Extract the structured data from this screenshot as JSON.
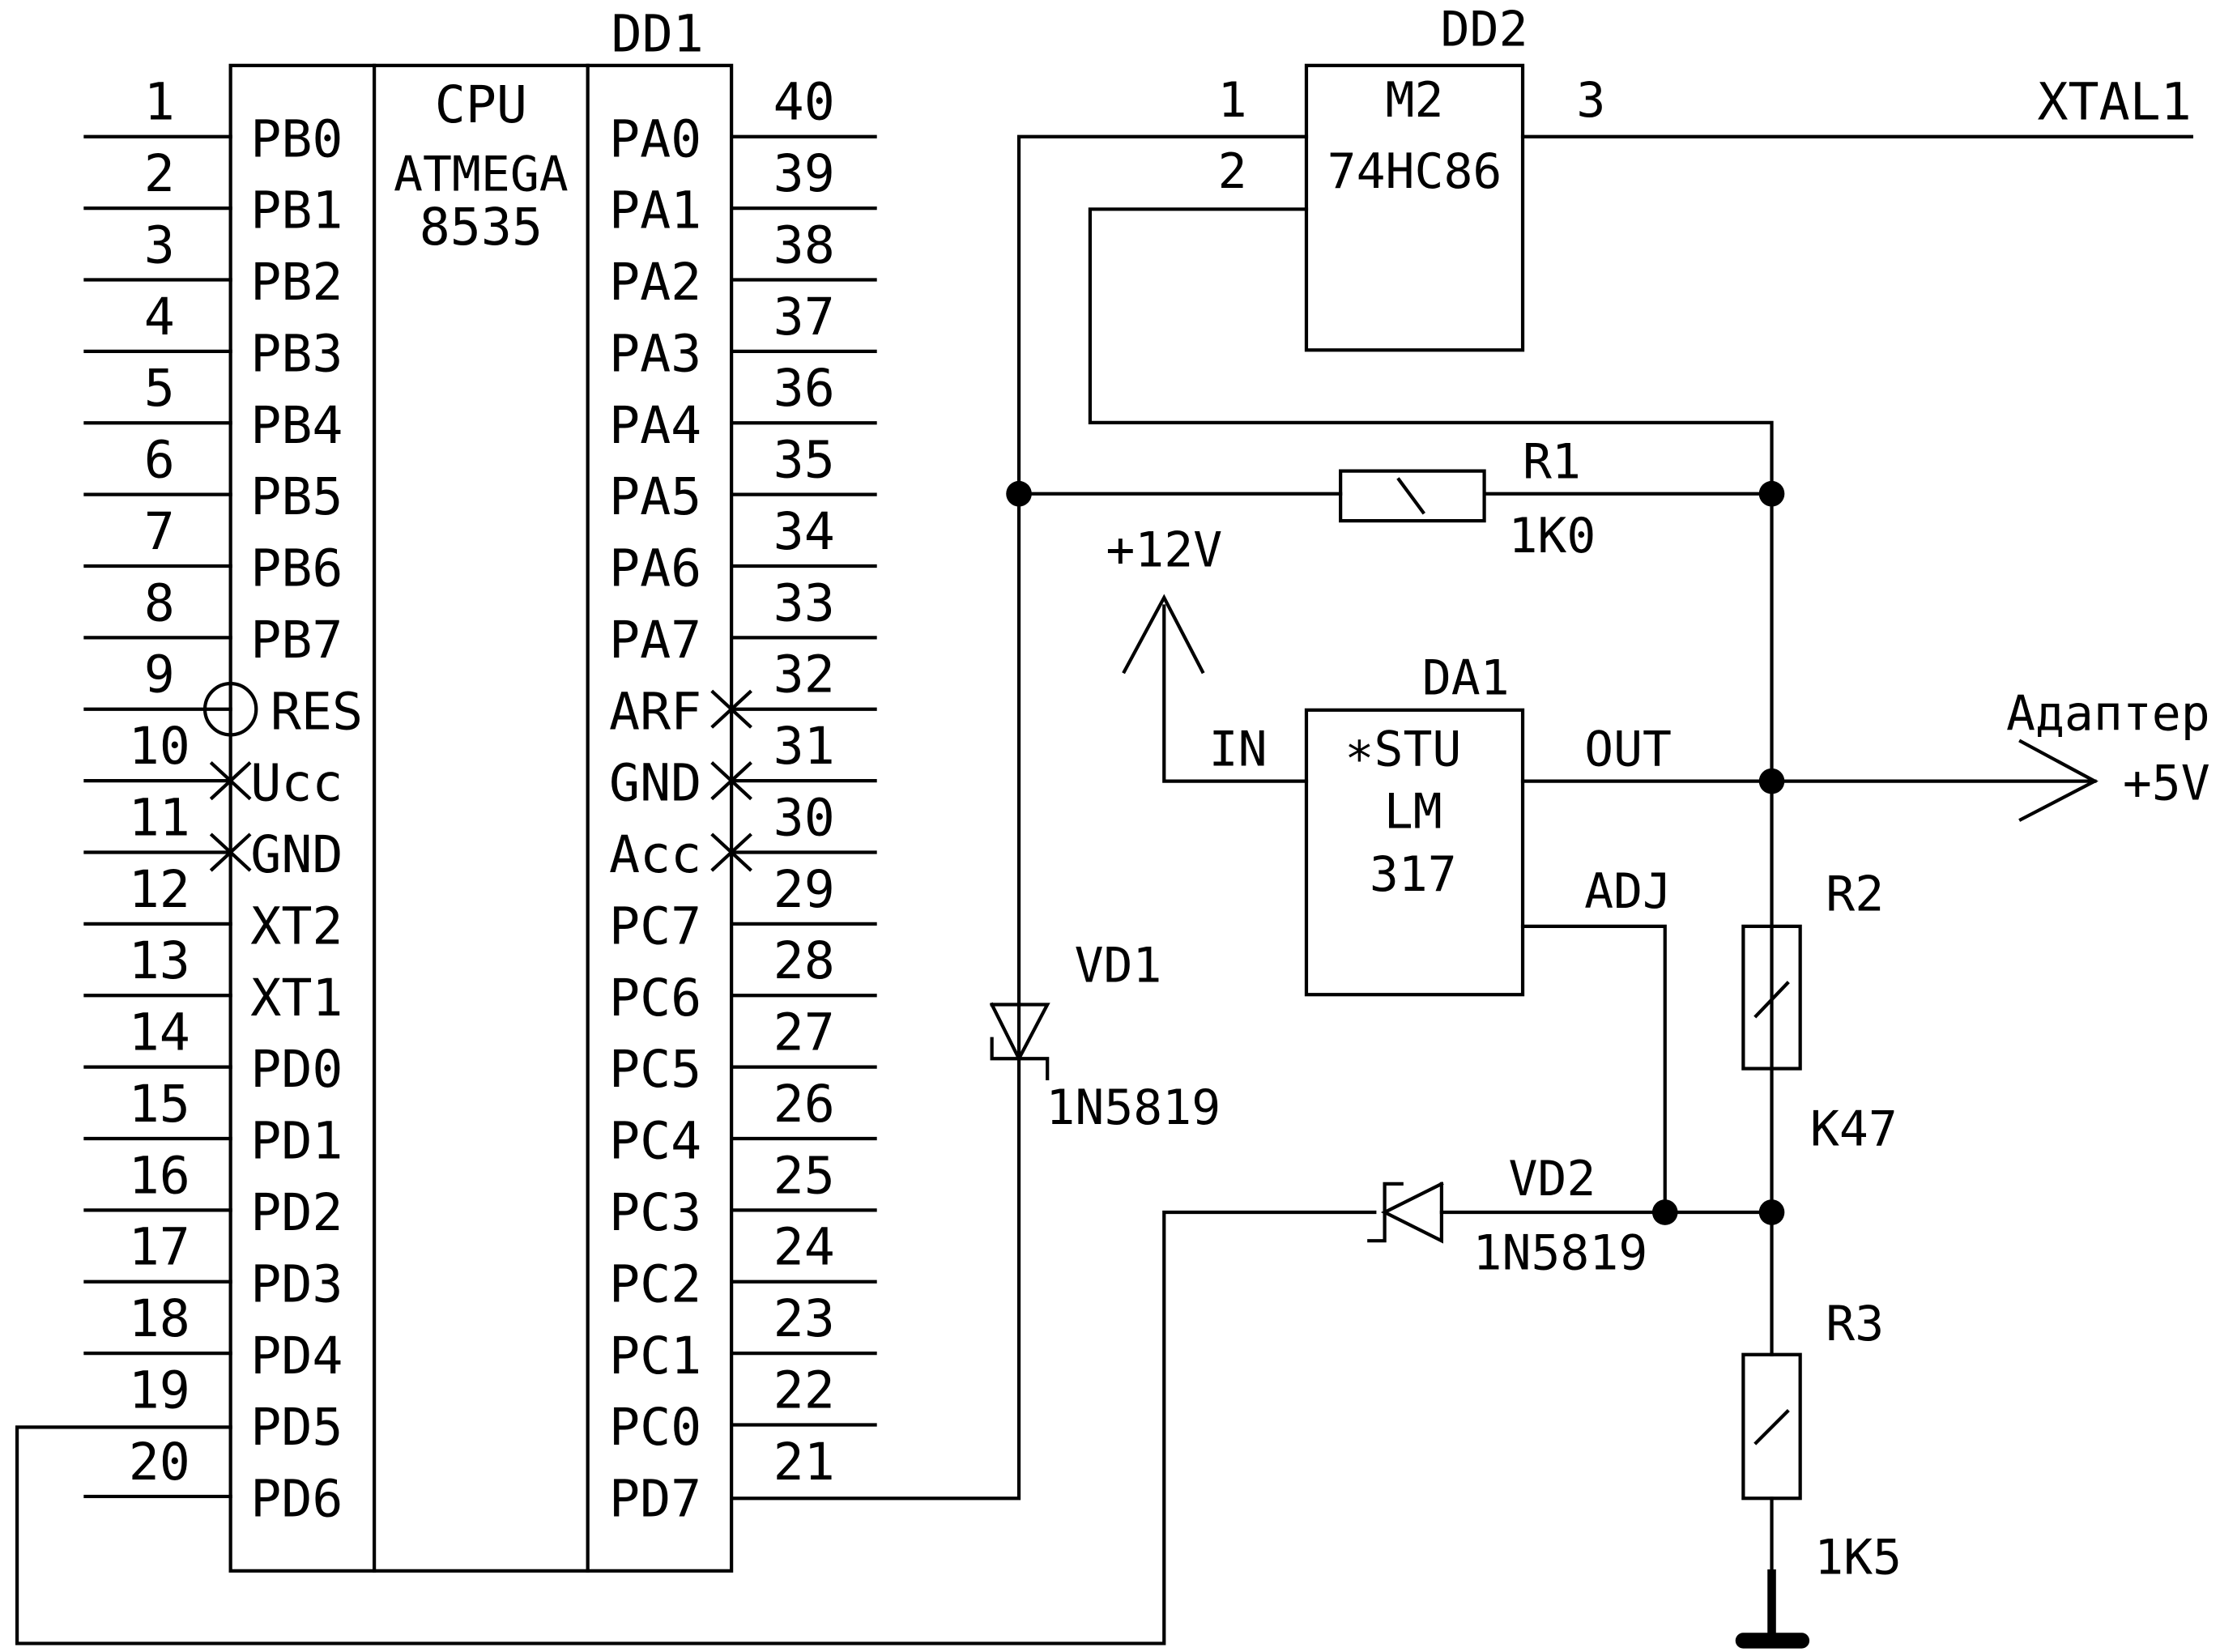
{
  "dd1": {
    "ref": "DD1",
    "title": "CPU",
    "part_line1": "ATMEGA",
    "part_line2": "8535",
    "left_pins": [
      {
        "num": "1",
        "name": "PB0"
      },
      {
        "num": "2",
        "name": "PB1"
      },
      {
        "num": "3",
        "name": "PB2"
      },
      {
        "num": "4",
        "name": "PB3"
      },
      {
        "num": "5",
        "name": "PB4"
      },
      {
        "num": "6",
        "name": "PB5"
      },
      {
        "num": "7",
        "name": "PB6"
      },
      {
        "num": "8",
        "name": "PB7"
      },
      {
        "num": "9",
        "name": "RES"
      },
      {
        "num": "10",
        "name": "Ucc"
      },
      {
        "num": "11",
        "name": "GND"
      },
      {
        "num": "12",
        "name": "XT2"
      },
      {
        "num": "13",
        "name": "XT1"
      },
      {
        "num": "14",
        "name": "PD0"
      },
      {
        "num": "15",
        "name": "PD1"
      },
      {
        "num": "16",
        "name": "PD2"
      },
      {
        "num": "17",
        "name": "PD3"
      },
      {
        "num": "18",
        "name": "PD4"
      },
      {
        "num": "19",
        "name": "PD5"
      },
      {
        "num": "20",
        "name": "PD6"
      }
    ],
    "right_pins": [
      {
        "num": "40",
        "name": "PA0"
      },
      {
        "num": "39",
        "name": "PA1"
      },
      {
        "num": "38",
        "name": "PA2"
      },
      {
        "num": "37",
        "name": "PA3"
      },
      {
        "num": "36",
        "name": "PA4"
      },
      {
        "num": "35",
        "name": "PA5"
      },
      {
        "num": "34",
        "name": "PA6"
      },
      {
        "num": "33",
        "name": "PA7"
      },
      {
        "num": "32",
        "name": "ARF"
      },
      {
        "num": "31",
        "name": "GND"
      },
      {
        "num": "30",
        "name": "Acc"
      },
      {
        "num": "29",
        "name": "PC7"
      },
      {
        "num": "28",
        "name": "PC6"
      },
      {
        "num": "27",
        "name": "PC5"
      },
      {
        "num": "26",
        "name": "PC4"
      },
      {
        "num": "25",
        "name": "PC3"
      },
      {
        "num": "24",
        "name": "PC2"
      },
      {
        "num": "23",
        "name": "PC1"
      },
      {
        "num": "22",
        "name": "PC0"
      },
      {
        "num": "21",
        "name": "PD7"
      }
    ]
  },
  "dd2": {
    "ref": "DD2",
    "func": "M2",
    "part": "74HC86",
    "pin1": "1",
    "pin2": "2",
    "pin3": "3",
    "net_out": "XTAL1"
  },
  "r1": {
    "ref": "R1",
    "value": "1K0"
  },
  "r2": {
    "ref": "R2",
    "value": "K47"
  },
  "r3": {
    "ref": "R3",
    "value": "1K5"
  },
  "da1": {
    "ref": "DA1",
    "line1": "∗STU",
    "line2": "LM",
    "line3": "317",
    "pin_in": "IN",
    "pin_out": "OUT",
    "pin_adj": "ADJ"
  },
  "vd1": {
    "ref": "VD1",
    "part": "1N5819"
  },
  "vd2": {
    "ref": "VD2",
    "part": "1N5819"
  },
  "power_in": "+12V",
  "adapter": {
    "label": "Адаптер",
    "voltage": "+5V"
  }
}
